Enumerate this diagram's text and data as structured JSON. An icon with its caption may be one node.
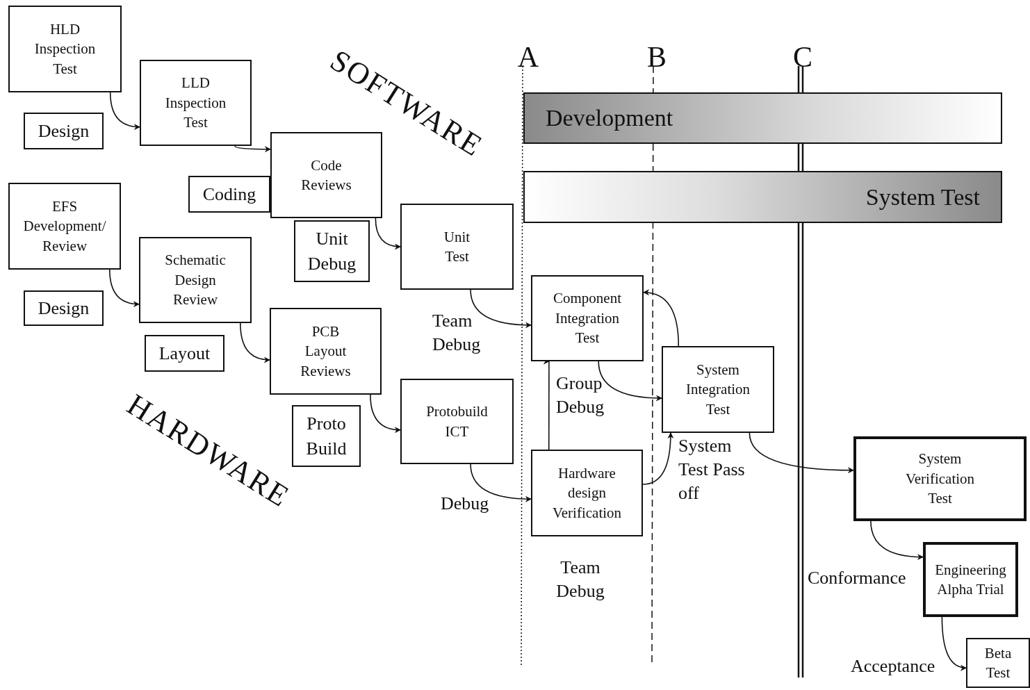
{
  "diagram": {
    "nodes": [
      {
        "text": [
          "HLD Inspection Test"
        ]
      },
      {
        "text": [
          "Design"
        ]
      },
      {
        "text": [
          "LLD Inspection Test"
        ]
      },
      {
        "text": [
          "Coding"
        ]
      },
      {
        "text": [
          "Code Reviews"
        ]
      },
      {
        "text": [
          "EFS Development/ Review"
        ]
      },
      {
        "text": [
          "Unit Debug"
        ]
      },
      {
        "text": [
          "Unit Test"
        ]
      },
      {
        "text": [
          "Design"
        ]
      },
      {
        "text": [
          "Schematic Design Review"
        ]
      },
      {
        "text": [
          "Layout"
        ]
      },
      {
        "text": [
          "PCB Layout Reviews"
        ]
      },
      {
        "text": [
          "Proto Build"
        ]
      },
      {
        "text": [
          "Protobuild ICT"
        ]
      },
      {
        "text": [
          "Component Integration Test"
        ]
      },
      {
        "text": [
          "Hardware design Verification"
        ]
      },
      {
        "text": [
          "System Integration Test"
        ]
      },
      {
        "text": [
          "System Verification Test"
        ]
      },
      {
        "text": [
          "Engineering Alpha Trial"
        ]
      },
      {
        "text": [
          "Beta Test"
        ]
      },
      {
        "text": [
          "Development"
        ]
      },
      {
        "text": [
          "System Test"
        ]
      }
    ],
    "edges": [
      {
        "from": 0,
        "to": 2,
        "arrow": "to"
      },
      {
        "from": 2,
        "to": 4,
        "arrow": "to"
      },
      {
        "from": 4,
        "to": 7,
        "arrow": "to"
      },
      {
        "from": 5,
        "to": 9,
        "arrow": "to"
      },
      {
        "from": 9,
        "to": 11,
        "arrow": "to"
      },
      {
        "from": 11,
        "to": 13,
        "arrow": "to"
      },
      {
        "from": 7,
        "to": 14,
        "arrow": "to",
        "label": "Team Debug"
      },
      {
        "from": 13,
        "to": 15,
        "arrow": "to",
        "label": "Debug"
      },
      {
        "from": 15,
        "to": 14,
        "arrow": "to",
        "label": "Group Debug"
      },
      {
        "from": 14,
        "to": 16,
        "arrow": "to"
      },
      {
        "from": 15,
        "to": 16,
        "arrow": "to",
        "label": "System Test Pass off"
      },
      {
        "from": 16,
        "to": 14,
        "arrow": "to"
      },
      {
        "from": 16,
        "to": 17,
        "arrow": "to"
      },
      {
        "from": 17,
        "to": 18,
        "arrow": "to",
        "label": "Conformance"
      },
      {
        "from": 18,
        "to": 19,
        "arrow": "to",
        "label": "Acceptance"
      }
    ],
    "labels": [
      "SOFTWARE",
      "A",
      "B",
      "C",
      "HARDWARE",
      "Team Debug"
    ]
  }
}
